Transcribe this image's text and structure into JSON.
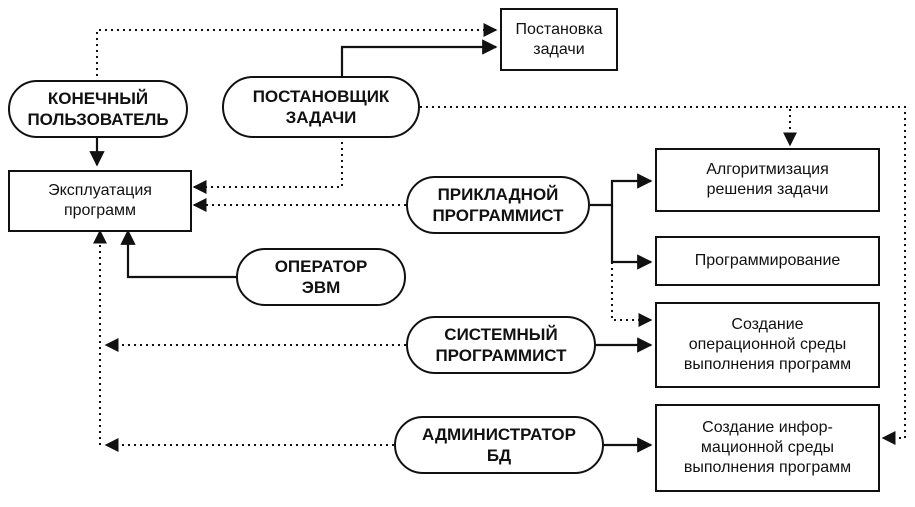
{
  "colors": {
    "stroke": "#111111",
    "background": "#ffffff"
  },
  "nodes": {
    "postanovka": "Постановка\nзадачи",
    "konechny": "КОНЕЧНЫЙ\nПОЛЬЗОВАТЕЛЬ",
    "postanovshchik": "ПОСТАНОВЩИК\nЗАДАЧИ",
    "ekspluatatsiya": "Эксплуатация\nпрограмм",
    "prikladnoy": "ПРИКЛАДНОЙ\nПРОГРАММИСТ",
    "algoritmizatsiya": "Алгоритмизация\nрешения задачи",
    "programmirovanie": "Программирование",
    "operator": "ОПЕРАТОР\nЭВМ",
    "sistemny": "СИСТЕМНЫЙ\nПРОГРАММИСТ",
    "sozdanie_op": "Создание\nоперационной среды\nвыполнения программ",
    "administrator": "АДМИНИСТРАТОР\nБД",
    "sozdanie_inf": "Создание инфор-\nмационной среды\nвыполнения программ"
  }
}
